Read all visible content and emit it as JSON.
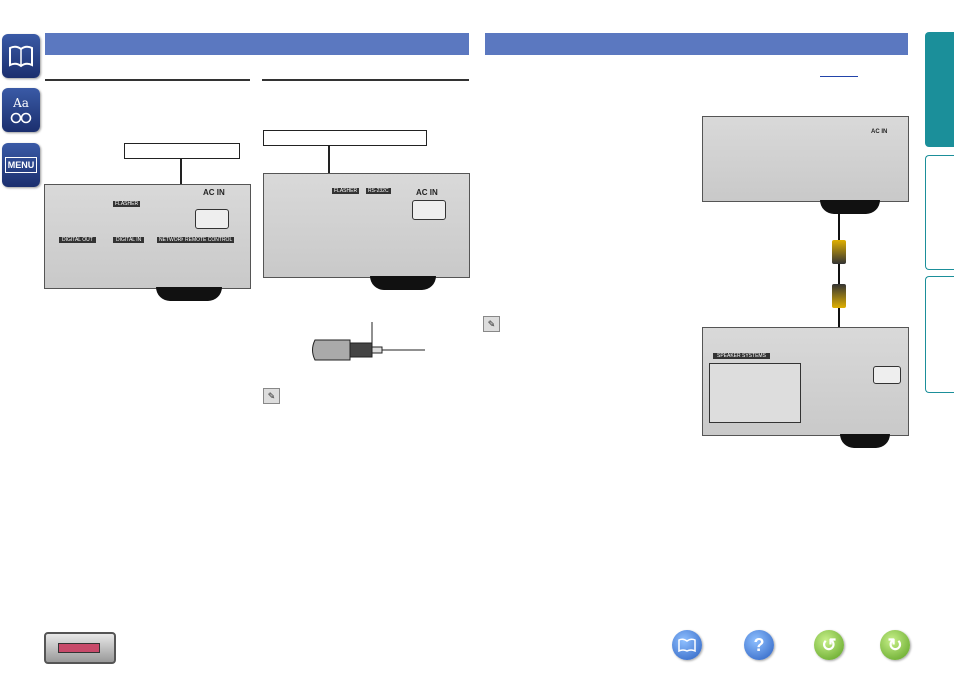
{
  "nav": {
    "left": [
      {
        "name": "contents-book-icon"
      },
      {
        "name": "glossary-icon",
        "text": "Aa"
      },
      {
        "name": "menu-icon",
        "text": "MENU"
      }
    ]
  },
  "diagram_labels": {
    "ac_in": "AC IN",
    "flasher": "FLASHER",
    "rs232c": "RS-232C",
    "digital_out": "DIGITAL OUT",
    "digital_in": "DIGITAL IN",
    "network": "NETWORK",
    "remote_control": "REMOTE CONTROL",
    "speaker_systems": "SPEAKER SYSTEMS"
  },
  "colors": {
    "header_bar": "#5b78c0",
    "right_tab_active": "#1b8f9a",
    "nav_blue": "#2a4590"
  }
}
